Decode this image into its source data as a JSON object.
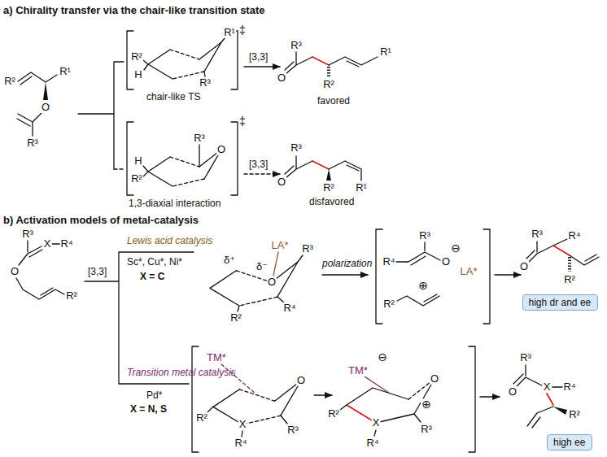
{
  "diagram": {
    "nodes": [
      {
        "text": [
          "high dr and ee"
        ]
      },
      {
        "text": [
          "high ee"
        ]
      }
    ],
    "labels": [
      "a) Chirality transfer via the chair-like transition state",
      "R²",
      "R¹",
      "O",
      "R³",
      "R¹",
      "R²",
      "H",
      "R³",
      "‡",
      "chair-like TS",
      "[3,3]",
      "R³",
      "O",
      "R²",
      "R¹",
      "favored",
      "H",
      "R²",
      "R³",
      "O",
      "‡",
      "1,3-diaxial interaction",
      "[3,3]",
      "R³",
      "O",
      "R²",
      "R¹",
      "disfavored",
      "b) Activation models of metal-catalysis",
      "R³",
      "X",
      "R⁴",
      "O",
      "R²",
      "[3,3]",
      "Lewis acid catalysis",
      "Sc*, Cu*, Ni*",
      "X = C",
      "δ⁺",
      "δ⁻",
      "LA*",
      "R³",
      "O",
      "R⁴",
      "R²",
      "polarization",
      "R³",
      "O",
      "⊖",
      "LA*",
      "R⁴",
      "⊕",
      "R²",
      "R³",
      "O",
      "R⁴",
      "R²",
      "Transition metal catalysis",
      "Pd*",
      "X = N, S",
      "TM*",
      "R²",
      "X",
      "R⁴",
      "R³",
      "O",
      "TM*",
      "⊖",
      "R²",
      "X",
      "R⁴",
      "⊕",
      "R³",
      "O",
      "R³",
      "O",
      "X",
      "R⁴",
      "R²"
    ]
  }
}
